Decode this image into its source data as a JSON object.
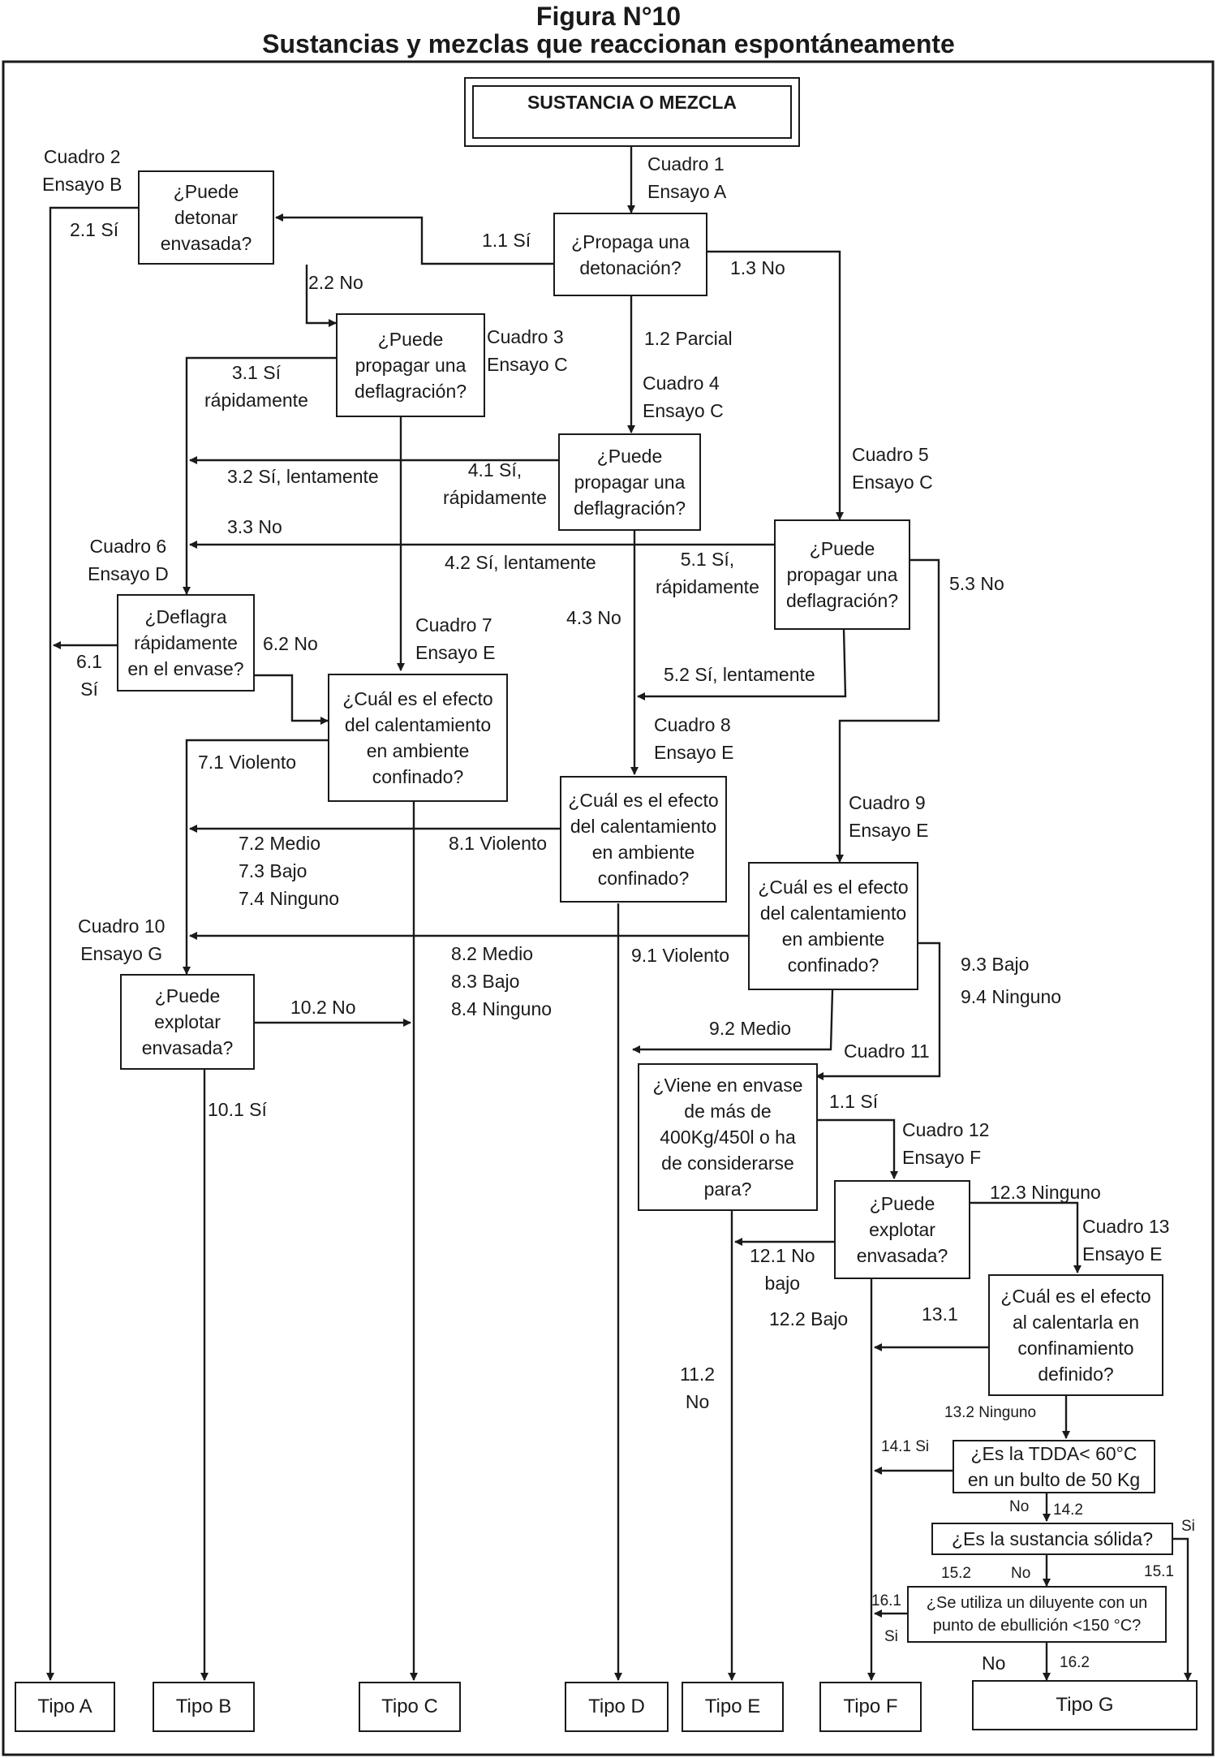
{
  "figure": {
    "title": "Figura N°10",
    "subtitle": "Sustancias y mezclas que reaccionan espontáneamente"
  },
  "start": "SUSTANCIA O MEZCLA",
  "boxes": {
    "b1": "¿Propaga una\ndetonación?",
    "b2": "¿Puede\ndetonar\nenvasada?",
    "b3": "¿Puede\npropagar una\ndeflagración?",
    "b4": "¿Puede\npropagar una\ndeflagración?",
    "b5": "¿Puede\npropagar una\ndeflagración?",
    "b6": "¿Deflagra\nrápidamente\nen el envase?",
    "b7": "¿Cuál es el efecto\ndel calentamiento\nen ambiente\nconfinado?",
    "b8": "¿Cuál es el efecto\ndel calentamiento\nen ambiente\nconfinado?",
    "b9": "¿Cuál es el efecto\ndel calentamiento\nen ambiente\nconfinado?",
    "b10": "¿Puede\nexplotar\nenvasada?",
    "b11": "¿Viene en envase\nde más de\n400Kg/450l o ha\nde considerarse\npara?",
    "b12": "¿Puede\nexplotar\nenvasada?",
    "b13": "¿Cuál es el efecto\nal calentarla en\nconfinamiento\ndefinido?",
    "b14": "¿Es la TDDA< 60°C\nen un bulto de 50 Kg",
    "b15": "¿Es la sustancia sólida?",
    "b16": "¿Se utiliza un diluyente con un\npunto de ebullición <150 °C?"
  },
  "tipos": {
    "a": "Tipo A",
    "b": "Tipo B",
    "c": "Tipo C",
    "d": "Tipo D",
    "e": "Tipo E",
    "f": "Tipo F",
    "g": "Tipo G"
  },
  "labels": {
    "cuadro1": "Cuadro 1\nEnsayo A",
    "cuadro2": "Cuadro 2\nEnsayo B",
    "cuadro3": "Cuadro 3\nEnsayo C",
    "cuadro4": "Cuadro 4\nEnsayo C",
    "cuadro5": "Cuadro 5\nEnsayo C",
    "cuadro6": "Cuadro 6\nEnsayo D",
    "cuadro7": "Cuadro 7\nEnsayo E",
    "cuadro8": "Cuadro 8\nEnsayo E",
    "cuadro9": "Cuadro 9\nEnsayo E",
    "cuadro10": "Cuadro 10\nEnsayo G",
    "cuadro11": "Cuadro 11",
    "cuadro12": "Cuadro 12\nEnsayo F",
    "cuadro13": "Cuadro 13\nEnsayo E",
    "l1_1": "1.1 Sí",
    "l1_2": "1.2 Parcial",
    "l1_3": "1.3 No",
    "l2_1": "2.1 Sí",
    "l2_2": "2.2 No",
    "l3_1": "3.1 Sí\nrápidamente",
    "l3_2": "3.2 Sí, lentamente",
    "l3_3": "3.3 No",
    "l4_1": "4.1 Sí,\nrápidamente",
    "l4_2": "4.2 Sí, lentamente",
    "l4_3": "4.3 No",
    "l5_1": "5.1 Sí,\nrápidamente",
    "l5_2": "5.2 Sí, lentamente",
    "l5_3": "5.3 No",
    "l6_1": "6.1\nSí",
    "l6_2": "6.2 No",
    "l7_1": "7.1 Violento",
    "l7_2": "7.2 Medio\n7.3 Bajo\n7.4 Ninguno",
    "l8_1": "8.1 Violento",
    "l8_2": "8.2 Medio\n8.3 Bajo\n8.4 Ninguno",
    "l9_1": "9.1 Violento",
    "l9_2": "9.2 Medio",
    "l9_3": "9.3 Bajo\n9.4 Ninguno",
    "l10_1": "10.1 Sí",
    "l10_2": "10.2 No",
    "l11_1": "1.1 Sí",
    "l11_2": "11.2\nNo",
    "l12_1": "12.1 No\nbajo",
    "l12_2": "12.2 Bajo",
    "l12_3": "12.3 Ninguno",
    "l13_1": "13.1",
    "l13_2": "13.2 Ninguno",
    "l14_1": "14.1 Si",
    "l14_2_no": "No",
    "l14_2": "14.2",
    "l15_si": "Si",
    "l15_1": "15.1",
    "l15_2": "15.2",
    "l15_no": "No",
    "l16_1": "16.1",
    "l16_si": "Si",
    "l16_no": "No",
    "l16_2": "16.2"
  },
  "colors": {
    "ink": "#1a1a1a",
    "background": "#ffffff"
  }
}
